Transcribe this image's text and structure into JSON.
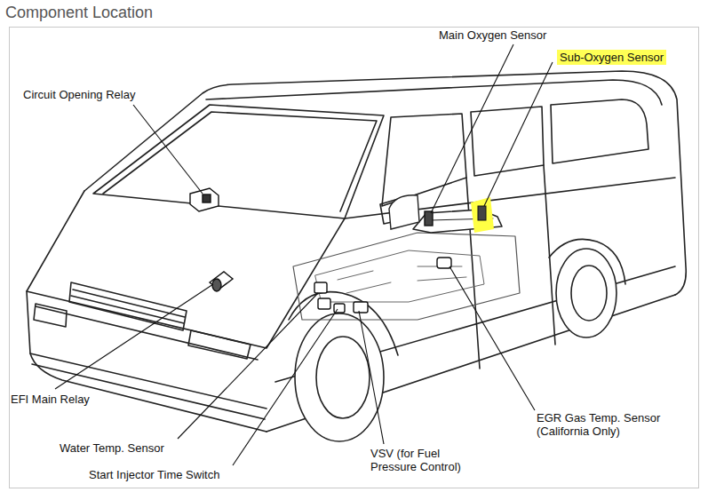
{
  "diagram": {
    "title": "Component Location",
    "labels": [
      "Main Oxygen Sensor",
      "Sub-Oxygen Sensor",
      "Circuit Opening Relay",
      "EFI Main Relay",
      "Water Temp. Sensor",
      "Start Injector Time Switch",
      "VSV (for Fuel Pressure Control)",
      "EGR Gas Temp. Sensor (California Only)"
    ]
  }
}
